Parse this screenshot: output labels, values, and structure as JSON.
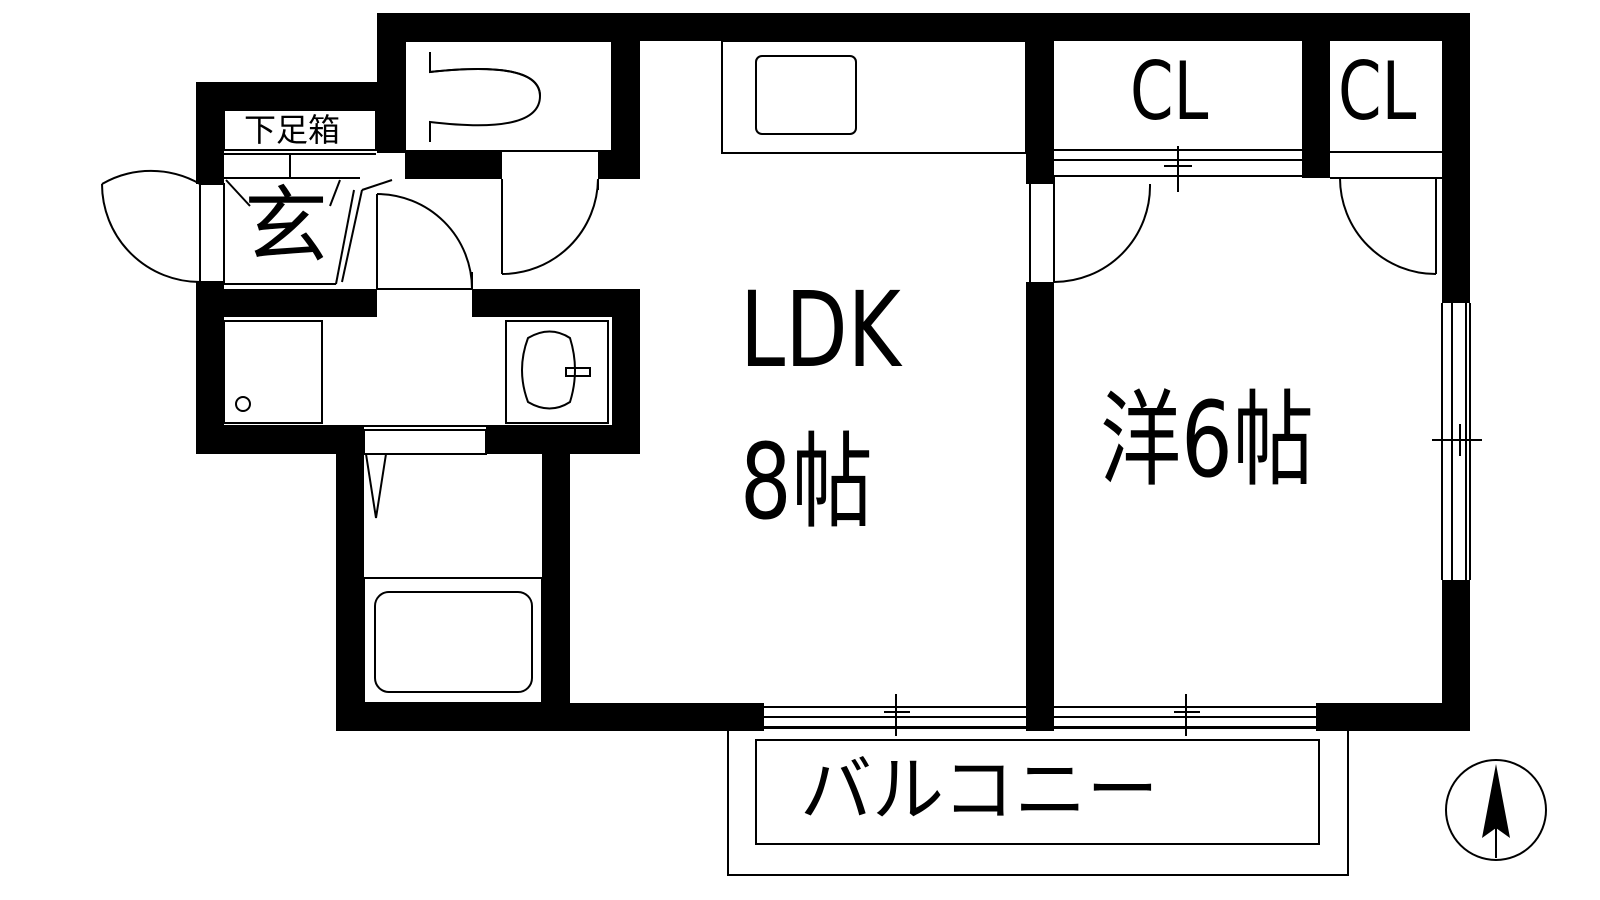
{
  "colors": {
    "wall": "#000000",
    "background": "#ffffff",
    "line": "#000000"
  },
  "labels": {
    "shoe_cabinet": "下足箱",
    "entrance": "玄",
    "ldk_name": "LDK",
    "ldk_size": "8帖",
    "western_room": "洋6帖",
    "closet_1": "CL",
    "closet_2": "CL",
    "balcony": "バルコニー"
  },
  "icons": {
    "toilet": "toilet-icon",
    "sink": "washbasin-icon",
    "bathtub": "bathtub-icon",
    "kitchen": "kitchen-sink-icon",
    "washer": "washing-machine-icon",
    "north": "north-arrow-icon"
  }
}
